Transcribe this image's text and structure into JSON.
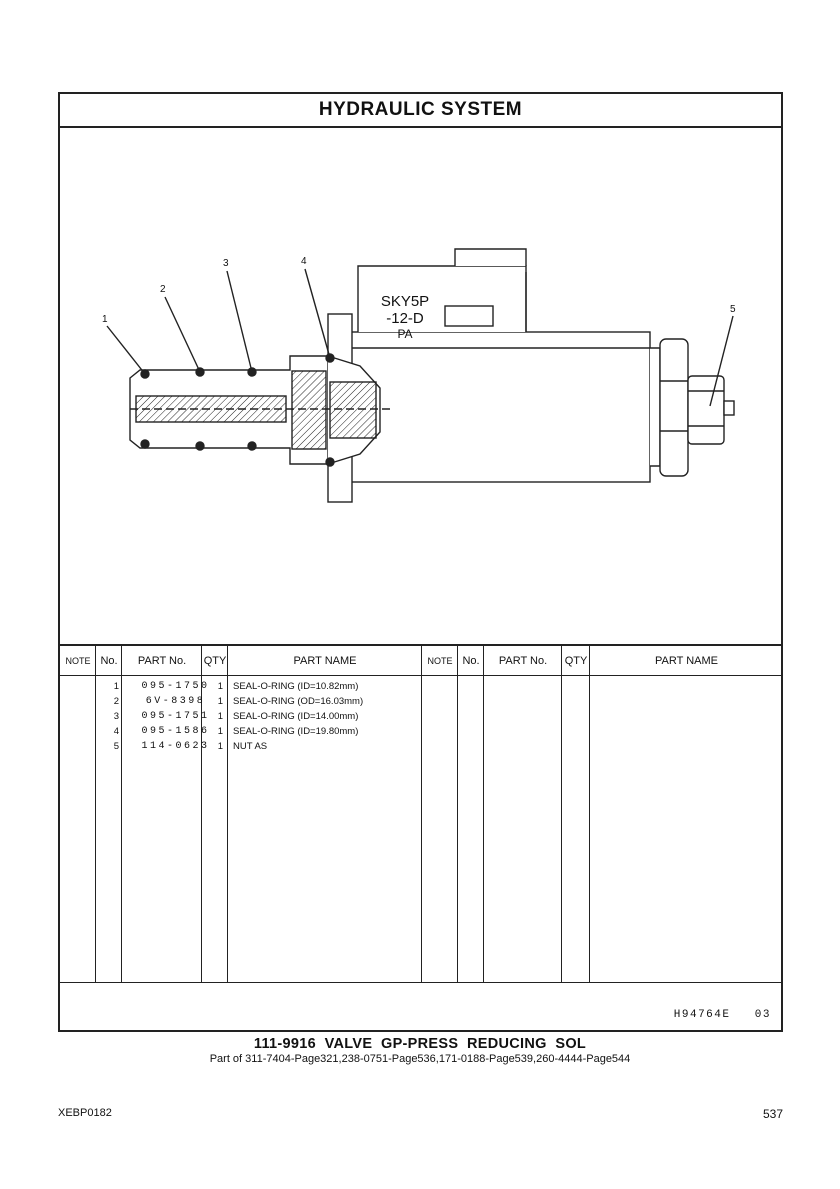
{
  "header": {
    "title": "HYDRAULIC   SYSTEM"
  },
  "drawing": {
    "callouts": [
      "1",
      "2",
      "3",
      "4",
      "5"
    ],
    "label_line1": "SKY5P",
    "label_line2": "-12-D",
    "label_line3": "PA"
  },
  "table": {
    "columns": [
      "NOTE",
      "No.",
      "PART No.",
      "QTY",
      "PART NAME",
      "NOTE",
      "No.",
      "PART No.",
      "QTY",
      "PART NAME"
    ],
    "rows": [
      {
        "no": "1",
        "part": "095-1750",
        "qty": "1",
        "name": "SEAL-O-RING (ID=10.82mm)"
      },
      {
        "no": "2",
        "part": "6V-8398",
        "qty": "1",
        "name": "SEAL-O-RING (OD=16.03mm)"
      },
      {
        "no": "3",
        "part": "095-1751",
        "qty": "1",
        "name": "SEAL-O-RING (ID=14.00mm)"
      },
      {
        "no": "4",
        "part": "095-1586",
        "qty": "1",
        "name": "SEAL-O-RING (ID=19.80mm)"
      },
      {
        "no": "5",
        "part": "114-0623",
        "qty": "1",
        "name": "NUT AS"
      }
    ],
    "reference": "H94764E   03"
  },
  "caption": {
    "title": "111-9916  VALVE  GP-PRESS  REDUCING  SOL",
    "subtitle": "Part of 311-7404-Page321,238-0751-Page536,171-0188-Page539,260-4444-Page544"
  },
  "footer": {
    "left": "XEBP0182",
    "right": "537"
  }
}
